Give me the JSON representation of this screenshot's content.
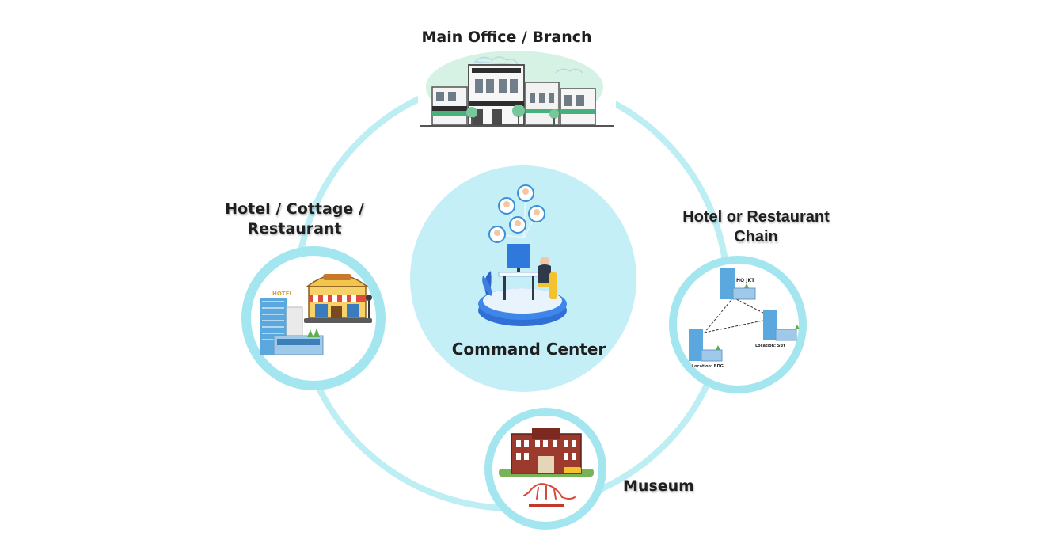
{
  "labels": {
    "main_office": "Main Office / Branch",
    "hotel_cottage_line1": "Hotel / Cottage /",
    "hotel_cottage_line2": "Restaurant",
    "hotel_chain_line1": "Hotel or Restaurant",
    "hotel_chain_line2": "Chain",
    "museum": "Museum",
    "command_center": "Command Center"
  },
  "illustration_text": {
    "hotel_sign": "HOTEL",
    "chain_hq": "HQ JKT",
    "chain_loc_sby": "Location: SBY",
    "chain_loc_bdg": "Location: BDG"
  },
  "colors": {
    "ring": "#bfeef4",
    "ring_thick": "#a6e7f0",
    "center_fill": "#c5eff6",
    "label": "#1f1f1f"
  }
}
